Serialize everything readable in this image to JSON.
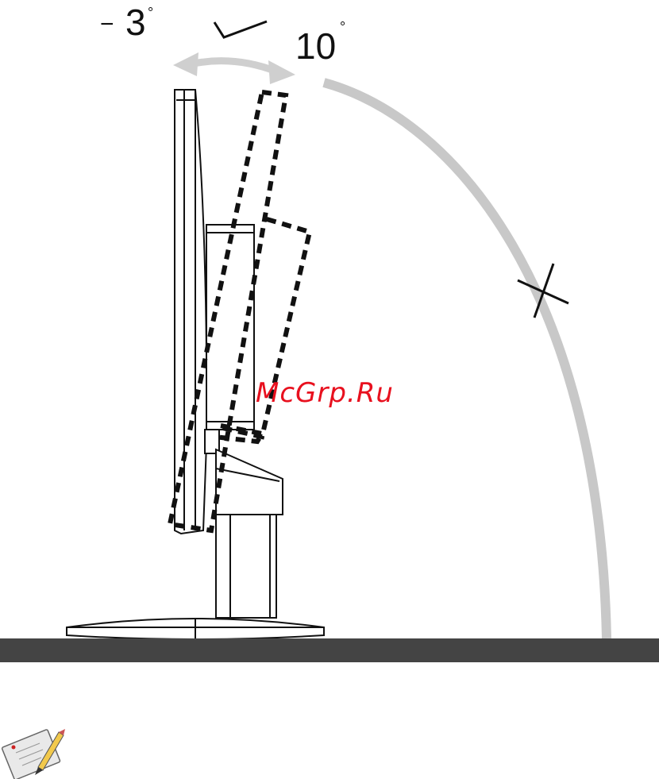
{
  "labels": {
    "tilt_min": "3",
    "tilt_min_sign": "−",
    "tilt_max": "10",
    "degree_symbol": "°",
    "watermark": "McGrp.Ru"
  },
  "colors": {
    "outline": "#111111",
    "arc": "#c8c8c8",
    "desk": "#444444",
    "watermark": "#e8101e",
    "arrow": "#cfcfcf"
  },
  "icons": {
    "note": "note-pencil-icon"
  }
}
